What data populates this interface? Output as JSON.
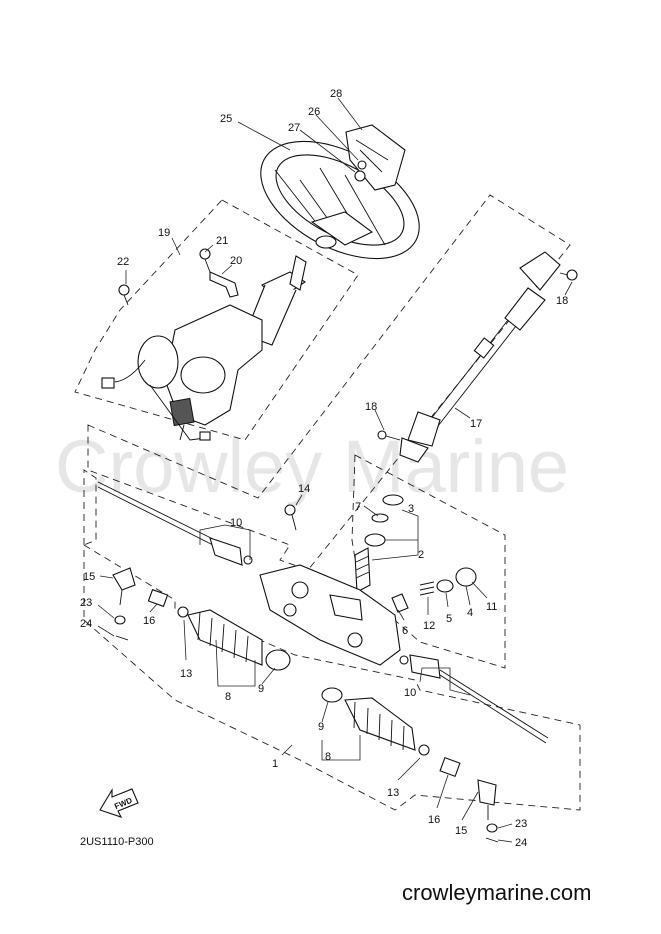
{
  "watermark": "Crowley Marine",
  "footer_site": "crowleymarine.com",
  "diagram_code": "2US1110-P300",
  "fwd_label": "FWD",
  "callouts": {
    "c28": "28",
    "c26": "26",
    "c27": "27",
    "c25": "25",
    "c19": "19",
    "c21": "21",
    "c20": "20",
    "c22": "22",
    "c18a": "18",
    "c17": "17",
    "c18b": "18",
    "c14": "14",
    "c7": "7",
    "c3": "3",
    "c2": "2",
    "c10a": "10",
    "c15a": "15",
    "c23a": "23",
    "c24a": "24",
    "c16a": "16",
    "c13a": "13",
    "c8a": "8",
    "c9a": "9",
    "c6": "6",
    "c12": "12",
    "c5": "5",
    "c4": "4",
    "c11": "11",
    "c10b": "10",
    "c9b": "9",
    "c8b": "8",
    "c1": "1",
    "c13b": "13",
    "c16b": "16",
    "c15b": "15",
    "c23b": "23",
    "c24b": "24"
  }
}
